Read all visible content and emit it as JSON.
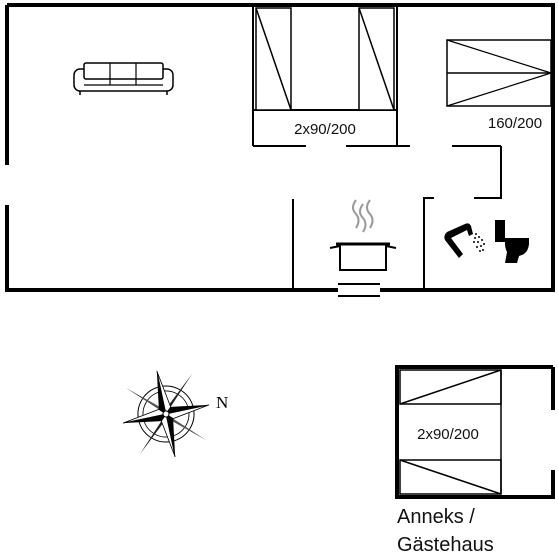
{
  "plan": {
    "main_house": {
      "bedroom_twin_label": "2x90/200",
      "bedroom_double_label": "160/200"
    },
    "annex": {
      "bedroom_twin_label": "2x90/200",
      "name_line1": "Anneks /",
      "name_line2": "Gästehaus"
    },
    "compass": {
      "north_label": "N"
    },
    "icons": [
      "sofa-icon",
      "bed-icon",
      "cooking-pot-icon",
      "shower-icon",
      "toilet-icon",
      "compass-rose-icon"
    ],
    "colors": {
      "walls": "#000000",
      "background": "#ffffff",
      "icon_fill": "#000000"
    }
  }
}
